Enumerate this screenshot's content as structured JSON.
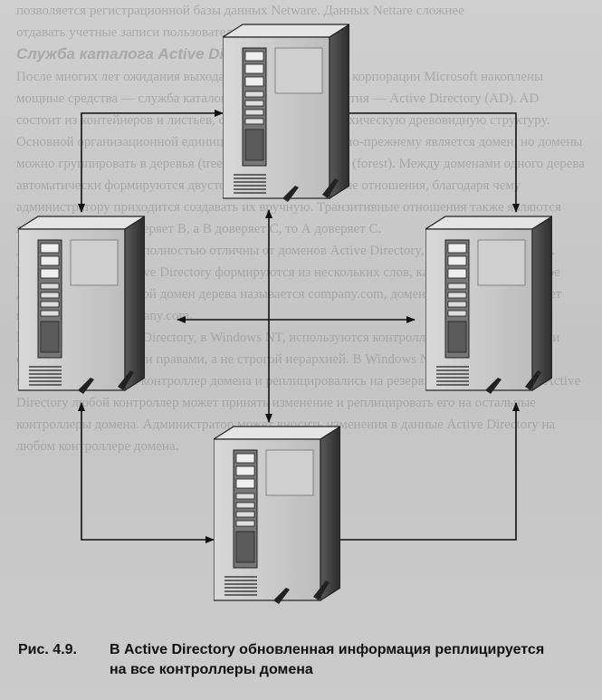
{
  "background_text": {
    "top_fragment": "позволяется регистрационной базы данных Netware. Данных Nettare сложнее",
    "top_fragment2": "отдавать учетные записи пользователя...",
    "heading": "Служба каталога Active Directory",
    "paragraph1": "После многих лет ожидания выхода Windows 2000 Server корпорации Microsoft накоплены мощные средства — служба каталога масштаба предприятия — Active Directory (AD). AD состоит из контейнеров и листьев, объединенных в иерархическую древовидную структуру. Основной организационной единицей в Active Directory по-прежнему является домен, но домены можно группировать в деревья (trees), а деревья — в леса (forest). Между доменами одного дерева автоматически формируются двусторонние доверительные отношения, благодаря чему администратору приходится создавать их вручную. Транзитивные отношения также являются главными: если А доверяет В, а В доверяет С, то А доверяет С.",
    "paragraph2": "Домены Windows NT полностью отличны от доменов Active Directory, хотя они более схожи. Имена в каталоге Active Directory формируются из нескольких слов, как в DNS, и в структуре доменов. Если корневой домен дерева называется company.com, домен нижнего уровня может называться sales.company.com.",
    "paragraph3": "В архитектуре Active Directory, в Windows NT, используются контроллеры домена, но все они обладают одинаковыми правами, а не строгой иерархией. В Windows NT все изменения вносились в главный контроллер домена и реплицировались на резервные контроллеры. В Active Directory любой контроллер может принять изменение и реплицировать его на остальные контроллеры домена. Администратор может вносить изменения в данные Active Directory на любом контроллере домена."
  },
  "figure": {
    "label": "Рис. 4.9.",
    "caption_line1": "В Active Directory обновленная информация реплицируется",
    "caption_line2": "на все контроллеры домена"
  },
  "colors": {
    "ink": "#111111",
    "server_light": "#e6e6e6",
    "server_mid": "#9a9a9a",
    "server_dark": "#3a3a3a"
  }
}
